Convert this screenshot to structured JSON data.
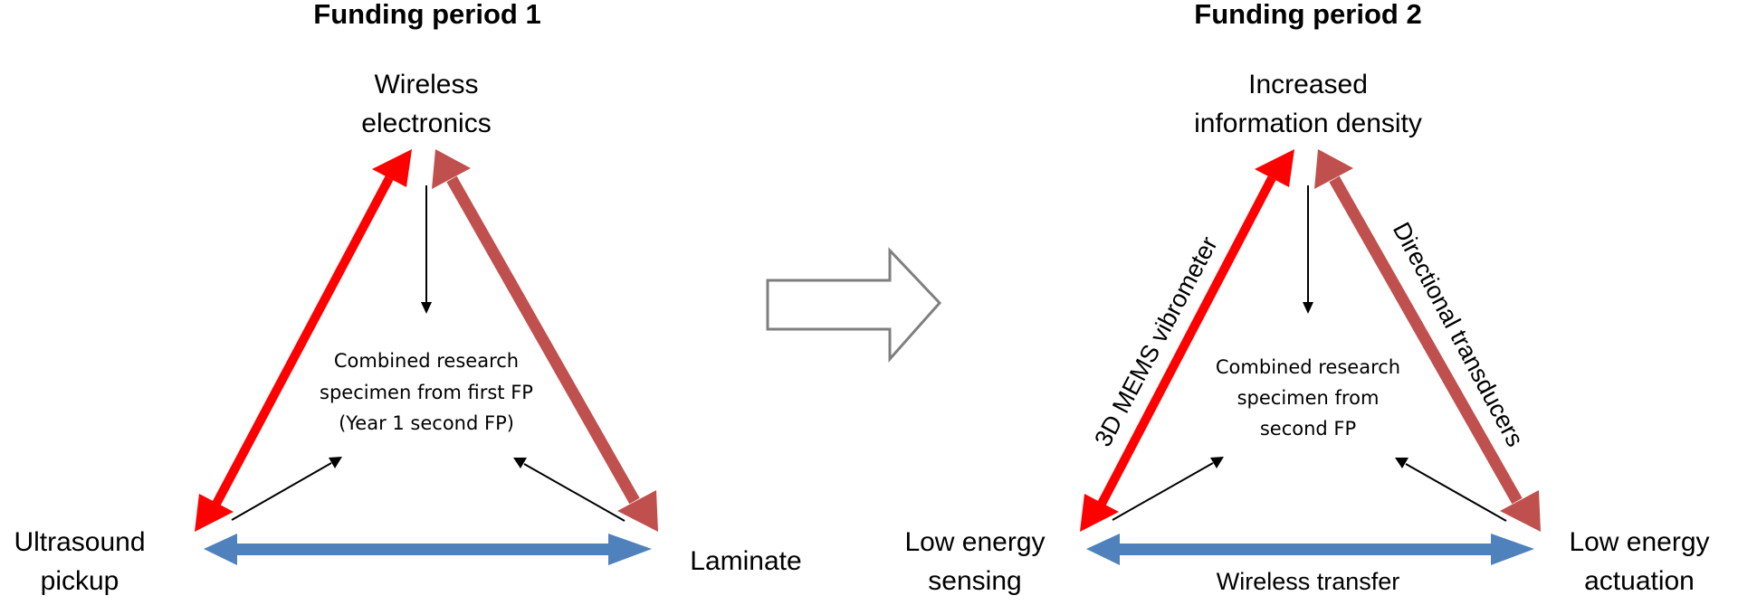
{
  "colors": {
    "red": "#ff0000",
    "dark_red": "#c0504d",
    "blue": "#4f81bd",
    "black": "#000000",
    "gray": "#7f7f7f"
  },
  "panel1": {
    "title": "Funding period 1",
    "top": [
      "Wireless",
      "electronics"
    ],
    "left": [
      "Ultrasound",
      "pickup"
    ],
    "right": "Laminate",
    "center": [
      "Combined research",
      "specimen from first FP",
      "(Year 1 second FP)"
    ]
  },
  "panel2": {
    "title": "Funding period 2",
    "top": [
      "Increased",
      "information density"
    ],
    "left": [
      "Low energy",
      "sensing"
    ],
    "right": [
      "Low energy",
      "actuation"
    ],
    "center": [
      "Combined research",
      "specimen from",
      "second FP"
    ],
    "left_edge_label": "3D MEMS vibrometer",
    "right_edge_label": "Directional transducers",
    "bottom_edge_label": "Wireless transfer"
  },
  "transition_arrow": "block-right-arrow"
}
